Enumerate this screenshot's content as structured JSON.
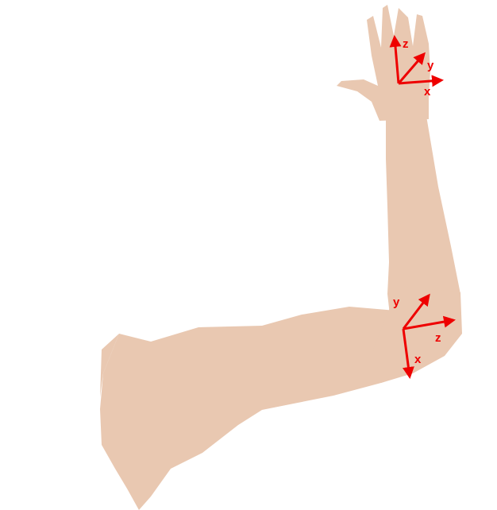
{
  "colors": {
    "background": "#ffffff",
    "skin": "#e9c8b1",
    "axis": "#ee0000"
  },
  "wrist_frame": {
    "label_z": "z",
    "label_y": "y",
    "label_x": "x"
  },
  "elbow_frame": {
    "label_y": "y",
    "label_z": "z",
    "label_x": "x"
  }
}
